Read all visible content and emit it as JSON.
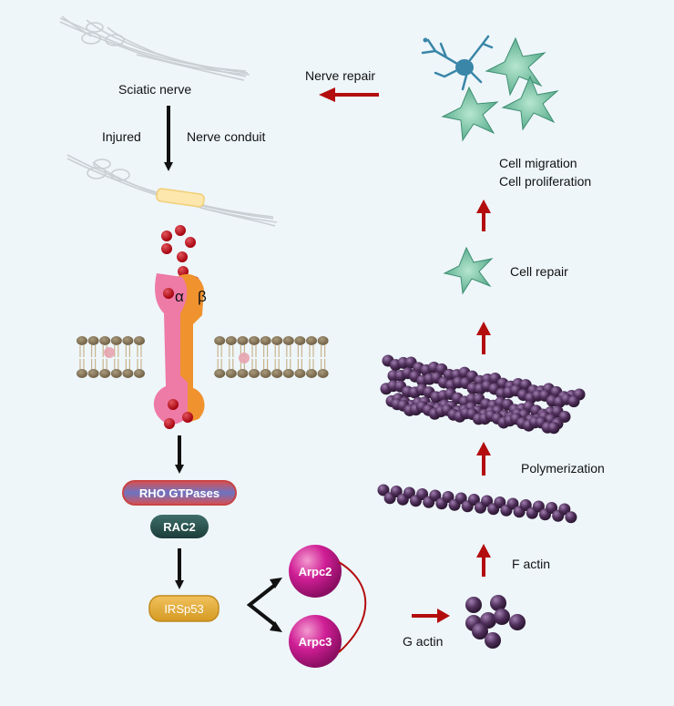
{
  "labels": {
    "sciatic_nerve": "Sciatic nerve",
    "injured": "Injured",
    "nerve_conduit": "Nerve conduit",
    "nerve_repair": "Nerve repair",
    "cell_migration": "Cell migration",
    "cell_proliferation": "Cell proliferation",
    "cell_repair": "Cell repair",
    "polymerization": "Polymerization",
    "f_actin": "F actin",
    "g_actin": "G actin",
    "alpha": "α",
    "beta": "β"
  },
  "boxes": {
    "rho": "RHO GTPases",
    "rac2": "RAC2",
    "irsp53": "IRSp53"
  },
  "spheres": {
    "arpc2": "Arpc2",
    "arpc3": "Arpc3"
  },
  "colors": {
    "background": "#eef6fa",
    "arrow_black": "#111111",
    "arrow_red": "#b30d0d",
    "ligand_red": "#b0000f",
    "integrin_alpha": "#ee7aa6",
    "integrin_beta": "#f0922e",
    "actin_purple": "#4a2d52",
    "arp_magenta": "#c0178a",
    "cell_green": "#6fbfa0",
    "neuron_blue": "#3a86a8"
  }
}
